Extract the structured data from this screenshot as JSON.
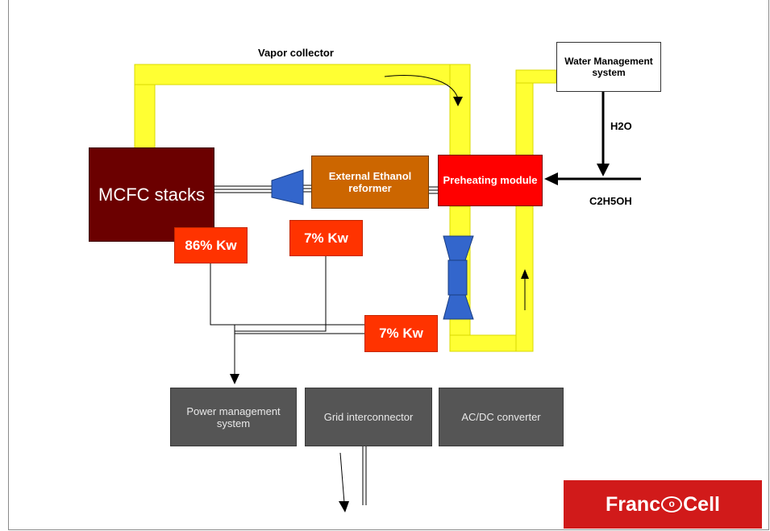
{
  "diagram": {
    "mcfc": "MCFC stacks",
    "reformer": "External Ethanol reformer",
    "preheating": "Preheating module",
    "water_management": "Water Management system",
    "vapor_collector": "Vapor collector",
    "h2o": "H2O",
    "ethanol": "C2H5OH",
    "kw_stacks": "86% Kw",
    "kw_reformer": "7% Kw",
    "kw_turbine": "7% Kw",
    "power_management": "Power management system",
    "grid_interconnector": "Grid interconnector",
    "acdc_converter": "AC/DC converter"
  },
  "logo": {
    "part1": "Franc",
    "ring": "o",
    "part2": "Cell"
  },
  "colors": {
    "pipe": "#ffff33",
    "mcfc": "#6b0000",
    "reformer": "#cc6600",
    "preheating": "#ff0000",
    "kw_badge": "#ff3300",
    "gray_box": "#555555",
    "component_blue": "#3366cc",
    "logo_bg": "#d11a1a"
  }
}
